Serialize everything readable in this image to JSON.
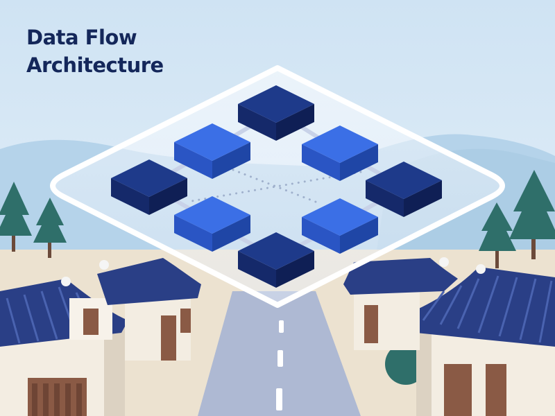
{
  "title": {
    "line1": "Data Flow",
    "line2": "Architecture"
  },
  "colors": {
    "sky_top": "#cfe3f3",
    "sky_bottom": "#e8f2fa",
    "hills": "#b5d3ea",
    "ground": "#ece2d0",
    "road": "#aeb9d3",
    "tile_dark": "#1e3a8a",
    "tile_bright": "#3b6fe6",
    "roof": "#2a3f86",
    "tree": "#2f6f6a",
    "title": "#14275a"
  },
  "diagram": {
    "platform": "translucent-rounded-panel",
    "nodes": [
      {
        "id": "top",
        "tone": "dark"
      },
      {
        "id": "upper-left",
        "tone": "bright"
      },
      {
        "id": "upper-right",
        "tone": "bright"
      },
      {
        "id": "left",
        "tone": "dark"
      },
      {
        "id": "right",
        "tone": "dark"
      },
      {
        "id": "lower-left",
        "tone": "bright"
      },
      {
        "id": "lower-right",
        "tone": "bright"
      },
      {
        "id": "bottom",
        "tone": "dark"
      }
    ],
    "links": [
      [
        "top",
        "upper-left"
      ],
      [
        "top",
        "upper-right"
      ],
      [
        "upper-left",
        "left"
      ],
      [
        "upper-right",
        "right"
      ],
      [
        "left",
        "lower-left"
      ],
      [
        "right",
        "lower-right"
      ],
      [
        "lower-left",
        "bottom"
      ],
      [
        "lower-right",
        "bottom"
      ]
    ],
    "center_links": "dotted-cross"
  }
}
